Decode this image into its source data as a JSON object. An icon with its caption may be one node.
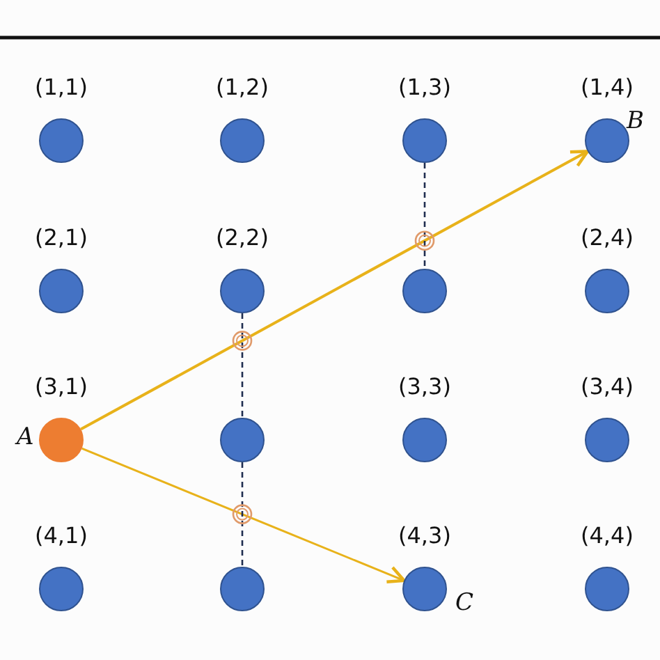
{
  "diagram": {
    "nodes": [
      {
        "text": [],
        "shape": "circle",
        "beside": [
          "(1,1)"
        ]
      },
      {
        "text": [],
        "shape": "circle",
        "beside": [
          "(1,2)"
        ]
      },
      {
        "text": [],
        "shape": "circle",
        "beside": [
          "(1,3)"
        ]
      },
      {
        "text": [],
        "shape": "circle",
        "beside": [
          "(1,4)",
          "B"
        ]
      },
      {
        "text": [],
        "shape": "circle",
        "beside": [
          "(2,1)"
        ]
      },
      {
        "text": [],
        "shape": "circle",
        "beside": [
          "(2,2)"
        ]
      },
      {
        "text": [],
        "shape": "circle"
      },
      {
        "text": [],
        "shape": "circle",
        "beside": [
          "(2,4)"
        ]
      },
      {
        "text": [],
        "shape": "circle",
        "beside": [
          "(3,1)",
          "A"
        ]
      },
      {
        "text": [],
        "shape": "circle"
      },
      {
        "text": [],
        "shape": "circle",
        "beside": [
          "(3,3)"
        ]
      },
      {
        "text": [],
        "shape": "circle",
        "beside": [
          "(3,4)"
        ]
      },
      {
        "text": [],
        "shape": "circle",
        "beside": [
          "(4,1)"
        ]
      },
      {
        "text": [],
        "shape": "circle"
      },
      {
        "text": [],
        "shape": "circle",
        "beside": [
          "(4,3)",
          "C"
        ]
      },
      {
        "text": [],
        "shape": "circle",
        "beside": [
          "(4,4)"
        ]
      }
    ],
    "edges": [
      {
        "from": 8,
        "to": 3,
        "arrow": "to",
        "color": "#e8b21a"
      },
      {
        "from": 8,
        "to": 14,
        "arrow": "to",
        "color": "#e8b21a"
      },
      {
        "from": 2,
        "to": 6,
        "arrow": "none",
        "style": "dashed"
      },
      {
        "from": 5,
        "to": 9,
        "arrow": "none",
        "style": "dashed"
      },
      {
        "from": 9,
        "to": 13,
        "arrow": "none",
        "style": "dashed"
      }
    ]
  }
}
